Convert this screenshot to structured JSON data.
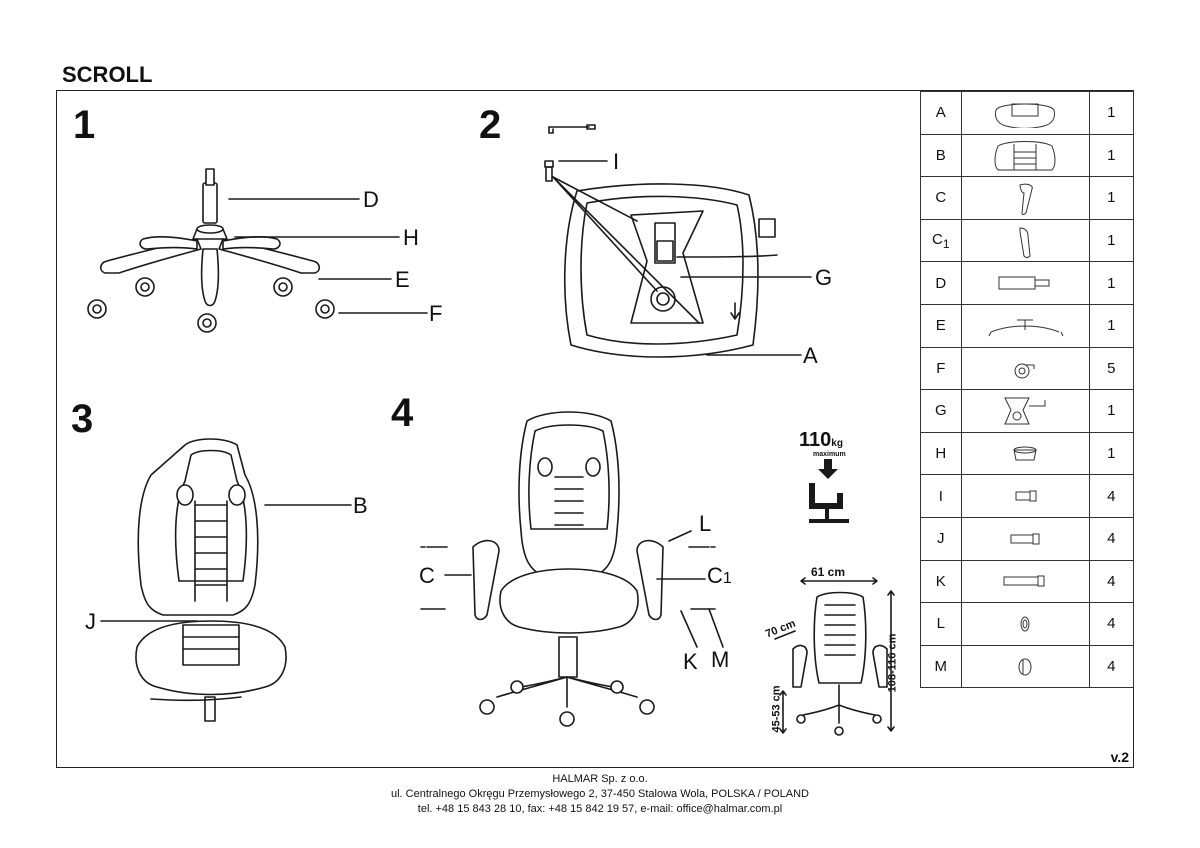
{
  "title": "SCROLL",
  "steps": [
    "1",
    "2",
    "3",
    "4"
  ],
  "step1_labels": {
    "d": "D",
    "h": "H",
    "e": "E",
    "f": "F"
  },
  "step2_labels": {
    "i": "I",
    "g": "G",
    "a": "A"
  },
  "step3_labels": {
    "b": "B",
    "j": "J"
  },
  "step4_labels": {
    "l": "L",
    "c": "C",
    "c1": "C",
    "c1_sub": "1",
    "k": "K",
    "m": "M"
  },
  "max_load": {
    "value": "110",
    "unit": "kg",
    "caption": "maximum"
  },
  "dimensions": {
    "width": "61 cm",
    "depth": "70 cm",
    "height": "108-116 cm",
    "seat_height": "45-53 cm"
  },
  "parts": [
    {
      "letter": "A",
      "sub": "",
      "qty": "1",
      "icon": "seat-icon"
    },
    {
      "letter": "B",
      "sub": "",
      "qty": "1",
      "icon": "backrest-icon"
    },
    {
      "letter": "C",
      "sub": "",
      "qty": "1",
      "icon": "armrest-left-icon"
    },
    {
      "letter": "C",
      "sub": "1",
      "qty": "1",
      "icon": "armrest-right-icon"
    },
    {
      "letter": "D",
      "sub": "",
      "qty": "1",
      "icon": "gas-lift-icon"
    },
    {
      "letter": "E",
      "sub": "",
      "qty": "1",
      "icon": "base-icon"
    },
    {
      "letter": "F",
      "sub": "",
      "qty": "5",
      "icon": "caster-icon"
    },
    {
      "letter": "G",
      "sub": "",
      "qty": "1",
      "icon": "mechanism-icon"
    },
    {
      "letter": "H",
      "sub": "",
      "qty": "1",
      "icon": "cover-icon"
    },
    {
      "letter": "I",
      "sub": "",
      "qty": "4",
      "icon": "bolt-short-icon"
    },
    {
      "letter": "J",
      "sub": "",
      "qty": "4",
      "icon": "bolt-medium-icon"
    },
    {
      "letter": "K",
      "sub": "",
      "qty": "4",
      "icon": "bolt-long-icon"
    },
    {
      "letter": "L",
      "sub": "",
      "qty": "4",
      "icon": "washer-icon"
    },
    {
      "letter": "M",
      "sub": "",
      "qty": "4",
      "icon": "spring-washer-icon"
    }
  ],
  "version": "v.2",
  "footer": {
    "company": "HALMAR Sp. z o.o.",
    "address": "ul. Centralnego Okręgu Przemysłowego 2, 37-450 Stalowa Wola, POLSKA / POLAND",
    "contact": "tel. +48 15 843 28 10, fax: +48 15 842 19 57, e-mail: office@halmar.com.pl"
  }
}
